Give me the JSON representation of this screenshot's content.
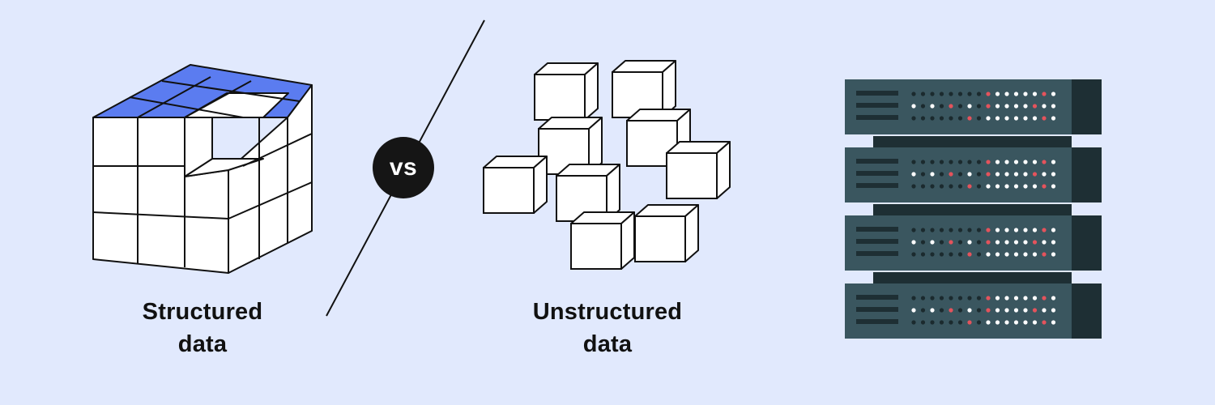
{
  "structured": {
    "line1": "Structured",
    "line2": "data"
  },
  "vs": {
    "label": "vs"
  },
  "unstructured": {
    "line1": "Unstructured",
    "line2": "data"
  },
  "colors": {
    "background": "#e1e9fd",
    "accent_blue": "#5b7cf0",
    "outline": "#111111",
    "cube_face": "#ffffff",
    "server_front": "#3a565f",
    "server_side": "#1e2f34",
    "led_off": "#1b2a2e",
    "led_white": "#ffffff",
    "led_red": "#e4535c"
  },
  "icons": [
    "structured-cube-icon",
    "scattered-cubes-icon",
    "server-rack-icon"
  ]
}
